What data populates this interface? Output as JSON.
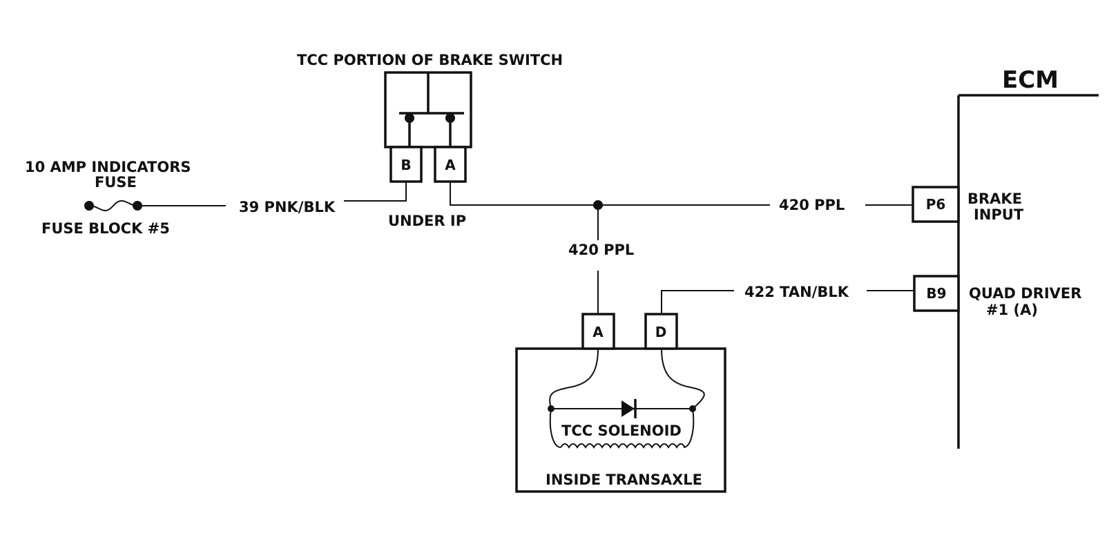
{
  "components": {
    "brake_switch": {
      "title": "TCC PORTION OF BRAKE SWITCH",
      "pin_b": "B",
      "pin_a": "A",
      "location": "UNDER IP"
    },
    "fuse": {
      "line1": "10 AMP INDICATORS",
      "line2": "FUSE",
      "block": "FUSE BLOCK #5"
    },
    "ecm": {
      "title": "ECM",
      "pin_p6": "P6",
      "p6_label_1": "BRAKE",
      "p6_label_2": "INPUT",
      "pin_b9": "B9",
      "b9_label_1": "QUAD DRIVER",
      "b9_label_2": "#1 (A)"
    },
    "transaxle": {
      "pin_a": "A",
      "pin_d": "D",
      "solenoid": "TCC SOLENOID",
      "location": "INSIDE TRANSAXLE"
    }
  },
  "wires": {
    "fuse_to_switch": "39 PNK/BLK",
    "switch_to_ecm": "420 PPL",
    "splice_to_solenoid": "420 PPL",
    "solenoid_to_ecm": "422 TAN/BLK"
  },
  "colors": {
    "ink": "#111111",
    "background": "#ffffff"
  }
}
